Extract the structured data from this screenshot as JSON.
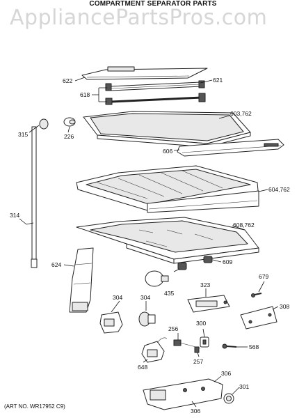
{
  "title": "COMPARTMENT SEPARATOR PARTS",
  "watermark": "AppliancePartsPros.com",
  "art_number": "(ART NO. WR17952 C9)",
  "callouts": [
    {
      "id": "c622",
      "label": "622"
    },
    {
      "id": "c621",
      "label": "621"
    },
    {
      "id": "c618",
      "label": "618"
    },
    {
      "id": "c315",
      "label": "315"
    },
    {
      "id": "c226",
      "label": "226"
    },
    {
      "id": "c603",
      "label": "603,762"
    },
    {
      "id": "c606",
      "label": "606"
    },
    {
      "id": "c604",
      "label": "604,762"
    },
    {
      "id": "c314",
      "label": "314"
    },
    {
      "id": "c608",
      "label": "608,762"
    },
    {
      "id": "c624",
      "label": "624"
    },
    {
      "id": "c609",
      "label": "609"
    },
    {
      "id": "c435",
      "label": "435"
    },
    {
      "id": "c679",
      "label": "679"
    },
    {
      "id": "c323",
      "label": "323"
    },
    {
      "id": "c304a",
      "label": "304"
    },
    {
      "id": "c304b",
      "label": "304"
    },
    {
      "id": "c308",
      "label": "308"
    },
    {
      "id": "c256",
      "label": "256"
    },
    {
      "id": "c300",
      "label": "300"
    },
    {
      "id": "c568",
      "label": "568"
    },
    {
      "id": "c257",
      "label": "257"
    },
    {
      "id": "c648",
      "label": "648"
    },
    {
      "id": "c306a",
      "label": "306"
    },
    {
      "id": "c301",
      "label": "301"
    },
    {
      "id": "c306b",
      "label": "306"
    }
  ]
}
